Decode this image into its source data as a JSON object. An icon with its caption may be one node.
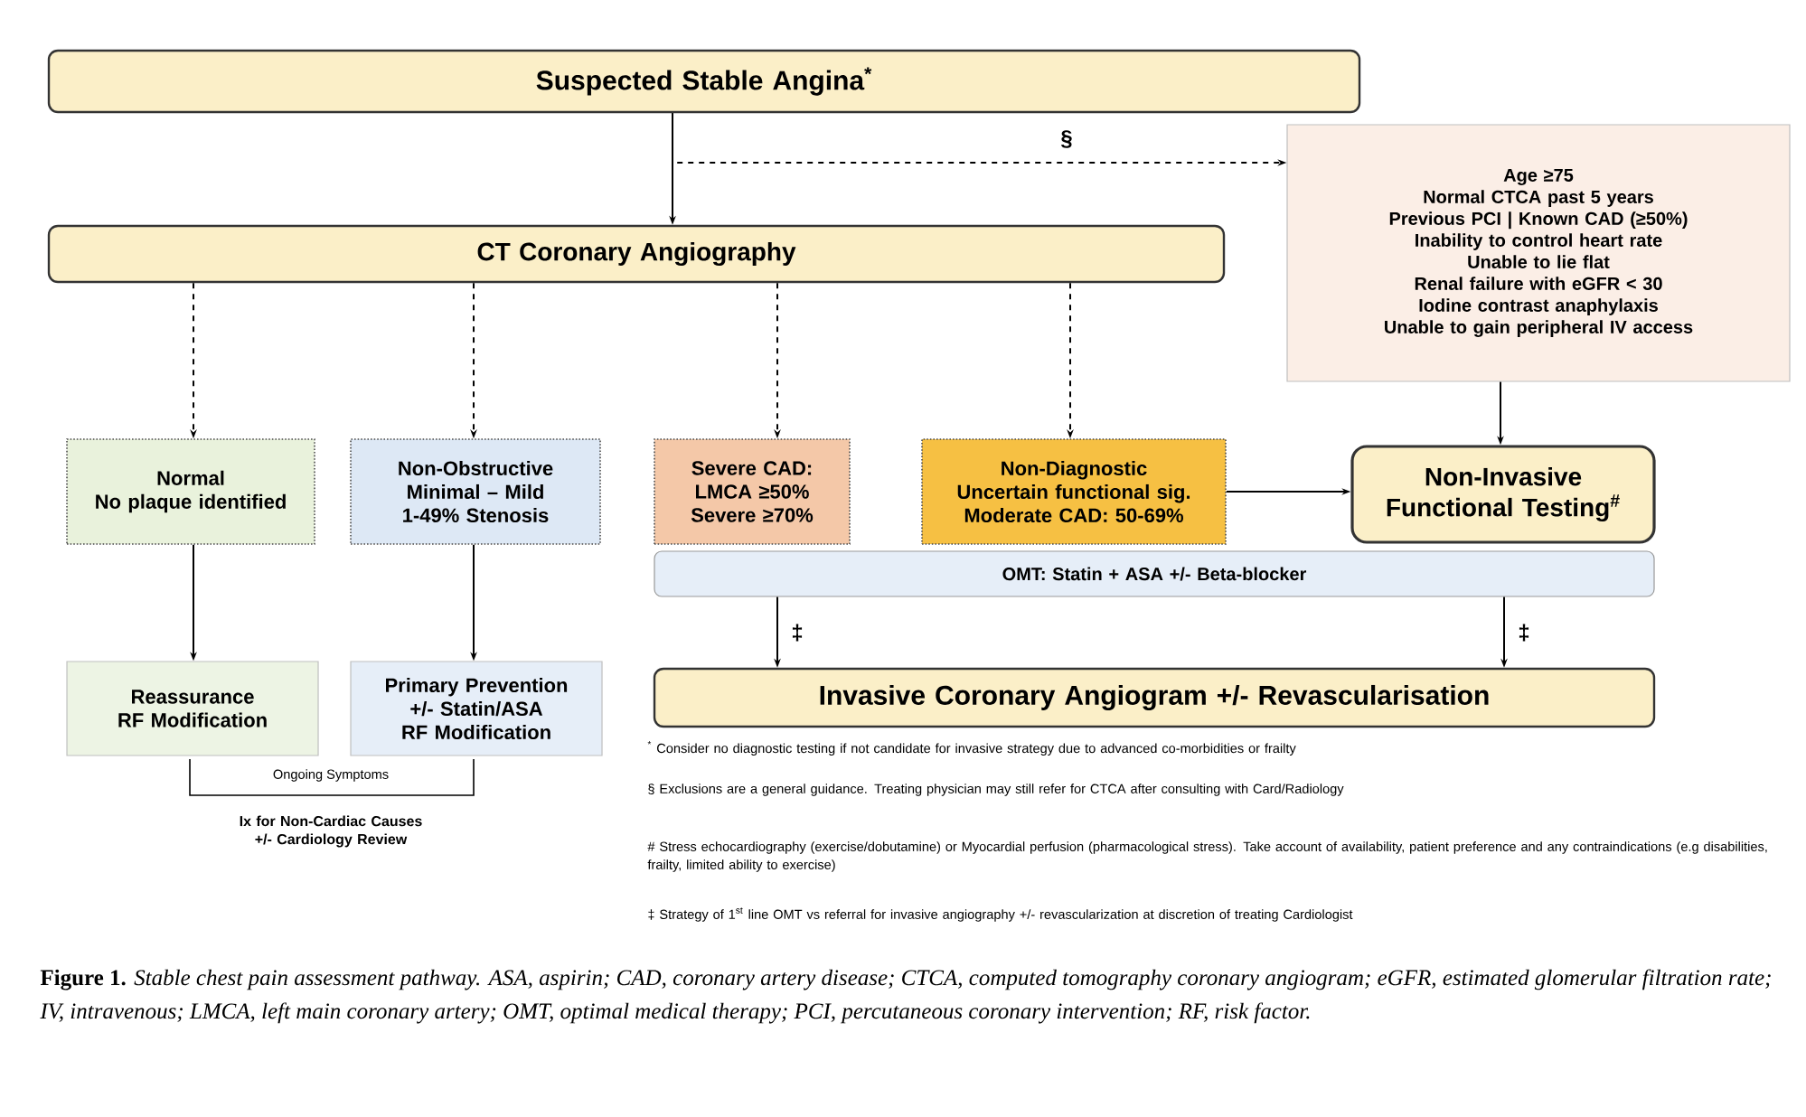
{
  "diagram": {
    "caption": "**Figure 1.** *Stable chest pain assessment pathway. ASA, aspirin; CAD, coronary artery disease; CTCA, computed tomography coronary angiogram; eGFR, estimated glomerular filtration rate; IV, intravenous; LMCA, left main coronary artery; OMT, optimal medical therapy; PCI, percutaneous coronary intervention; RF, risk factor.*",
    "nodes": [
      {
        "text": [
          "Suspected Stable Angina$^{*}$"
        ]
      },
      {
        "text": [
          "CT Coronary Angiography"
        ]
      },
      {
        "text": [
          "Age ≥75",
          "Normal CTCA past 5 years",
          "Previous PCI | Known CAD (≥50%)",
          "Inability to control heart rate",
          "Unable to lie flat",
          "Renal failure with eGFR < 30",
          "Iodine contrast anaphylaxis",
          "Unable to gain peripheral IV access"
        ]
      },
      {
        "text": [
          "Normal",
          "No plaque identified"
        ]
      },
      {
        "text": [
          "Non-Obstructive",
          "Minimal – Mild 1-49% Stenosis"
        ]
      },
      {
        "text": [
          "Severe CAD:",
          "LMCA ≥50% Severe ≥70%"
        ]
      },
      {
        "text": [
          "Non-Diagnostic",
          "Uncertain functional sig. Moderate CAD: 50-69%"
        ]
      },
      {
        "text": [
          "Non-Invasive Functional Testing$^{#}$"
        ]
      },
      {
        "text": [
          "OMT: Statin + ASA +/- Beta-blocker"
        ]
      },
      {
        "text": [
          "Reassurance",
          "RF Modification"
        ]
      },
      {
        "text": [
          "Primary Prevention",
          "+/- Statin/ASA RF Modification"
        ]
      },
      {
        "text": [
          "Invasive Coronary Angiogram +/- Revascularisation"
        ]
      }
    ],
    "edges": [
      {
        "from": 0,
        "to": 1,
        "arrow": "to"
      },
      {
        "from": 0,
        "to": 2,
        "arrow": "to",
        "style": "dashed",
        "label": "§"
      },
      {
        "from": 1,
        "to": 3,
        "arrow": "to",
        "style": "dashed"
      },
      {
        "from": 1,
        "to": 4,
        "arrow": "to",
        "style": "dashed"
      },
      {
        "from": 1,
        "to": 5,
        "arrow": "to",
        "style": "dashed"
      },
      {
        "from": 1,
        "to": 6,
        "arrow": "to",
        "style": "dashed"
      },
      {
        "from": 2,
        "to": 7,
        "arrow": "to"
      },
      {
        "from": 6,
        "to": 7,
        "arrow": "to"
      },
      {
        "from": 3,
        "to": 9,
        "arrow": "to"
      },
      {
        "from": 4,
        "to": 10,
        "arrow": "to"
      },
      {
        "from": 8,
        "to": 11,
        "arrow": "to",
        "label": "‡"
      },
      {
        "from": 8,
        "to": 11,
        "arrow": "to",
        "label": "‡"
      }
    ],
    "labels": [
      "Ongoing Symptoms",
      "Ix for Non-Cardiac Causes +/- Cardiology Review",
      "$^{*}$ Consider no diagnostic testing if not candidate for invasive strategy due to advanced co-morbidities or frailty",
      "§ Exclusions are a general guidance. Treating physician may still refer for CTCA after consulting with Card/Radiology",
      "# Stress echocardiography (exercise/dobutamine) or Myocardial perfusion (pharmacological stress). Take account of availability, patient preference and any contraindications (e.g disabilities, frailty, limited ability to exercise)",
      "‡ Strategy of 1$^{st}$ line OMT vs referral for invasive angiography +/- revascularization at discretion of treating Cardiologist"
    ]
  }
}
